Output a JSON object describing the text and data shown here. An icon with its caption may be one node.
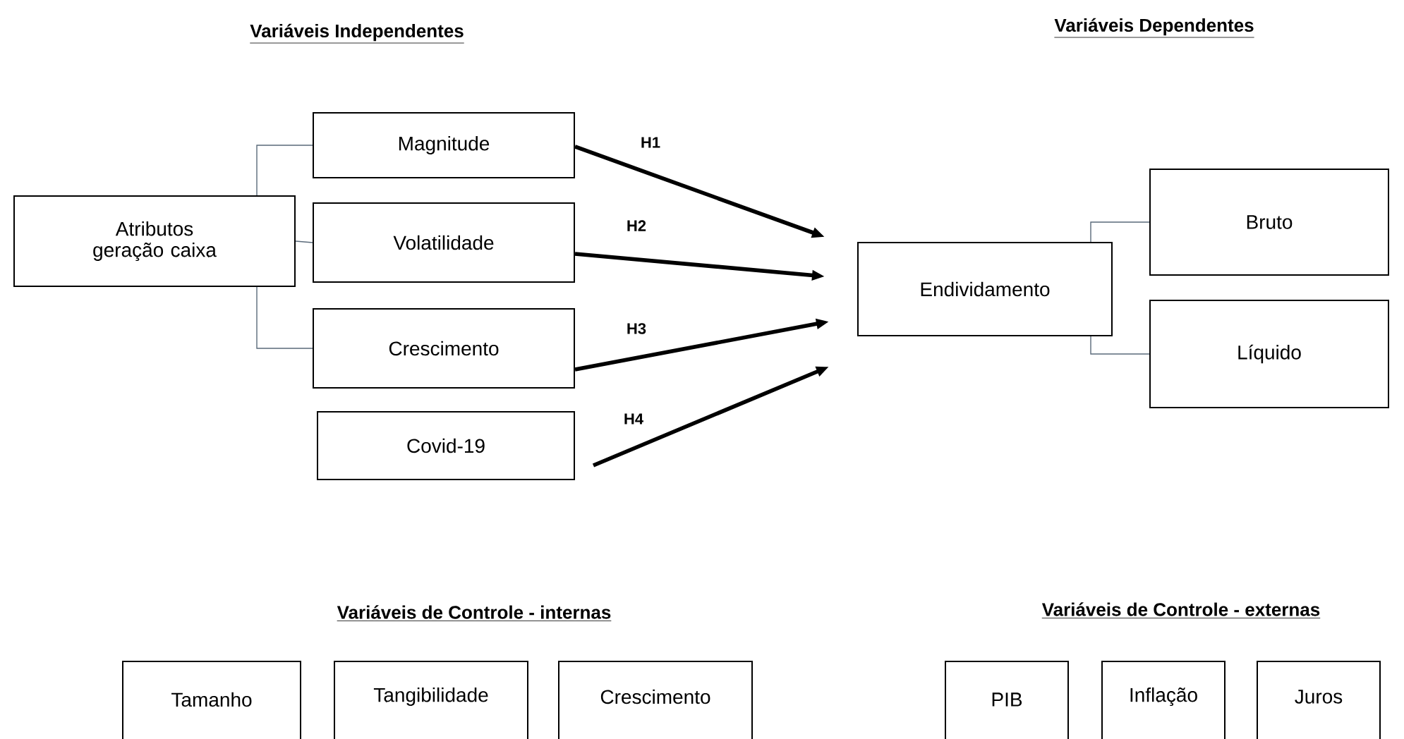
{
  "diagram": {
    "nodes": [
      {
        "text": [
          "Atributos geração caixa"
        ]
      },
      {
        "text": [
          "Magnitude"
        ]
      },
      {
        "text": [
          "Volatilidade"
        ]
      },
      {
        "text": [
          "Crescimento"
        ]
      },
      {
        "text": [
          "Covid-19"
        ]
      },
      {
        "text": [
          "Endividamento"
        ]
      },
      {
        "text": [
          "Bruto"
        ]
      },
      {
        "text": [
          "Líquido"
        ]
      },
      {
        "text": [
          "Tamanho"
        ]
      },
      {
        "text": [
          "Tangibilidade"
        ]
      },
      {
        "text": [
          "Crescimento"
        ]
      },
      {
        "text": [
          "PIB"
        ]
      },
      {
        "text": [
          "Inflação"
        ]
      },
      {
        "text": [
          "Juros"
        ]
      }
    ],
    "edges": [
      {
        "from": 0,
        "to": 1,
        "arrow": "none"
      },
      {
        "from": 0,
        "to": 2,
        "arrow": "none"
      },
      {
        "from": 0,
        "to": 3,
        "arrow": "none"
      },
      {
        "from": 1,
        "to": 5,
        "arrow": "to",
        "label": "H1",
        "style": "thick",
        "color": "#000000"
      },
      {
        "from": 2,
        "to": 5,
        "arrow": "to",
        "label": "H2",
        "style": "thick",
        "color": "#000000"
      },
      {
        "from": 3,
        "to": 5,
        "arrow": "to",
        "label": "H3",
        "style": "thick",
        "color": "#000000"
      },
      {
        "from": 4,
        "to": 5,
        "arrow": "to",
        "label": "H4",
        "style": "thick",
        "color": "#000000"
      },
      {
        "from": 5,
        "to": 6,
        "arrow": "none"
      },
      {
        "from": 5,
        "to": 7,
        "arrow": "none"
      }
    ],
    "labels": [
      "Variáveis Independentes",
      "Variáveis Dependentes",
      "Variáveis de Controle - internas",
      "Variáveis de Controle - externas"
    ]
  }
}
